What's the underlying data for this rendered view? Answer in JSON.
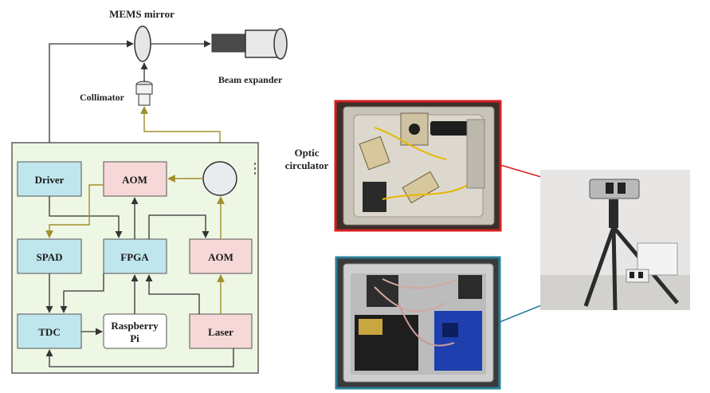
{
  "diagram": {
    "labels": {
      "mems_mirror": "MEMS mirror",
      "beam_expander": "Beam expander",
      "collimator": "Collimator",
      "optic_circulator_line1": "Optic",
      "optic_circulator_line2": "circulator"
    },
    "blocks": {
      "driver": "Driver",
      "aom_top": "AOM",
      "spad": "SPAD",
      "fpga": "FPGA",
      "aom_right": "AOM",
      "tdc": "TDC",
      "raspberry_line1": "Raspberry",
      "raspberry_line2": "Pi",
      "laser": "Laser"
    },
    "colors": {
      "board_bg": "#eef7e4",
      "board_border": "#444444",
      "cyan_block": "#bfe6ec",
      "pink_block": "#f6d8d8",
      "white_block": "#ffffff",
      "arrow_black": "#333333",
      "arrow_gold": "#a08f2a",
      "callout_red": "#d81e1e",
      "callout_blue": "#2a7f9a"
    }
  },
  "photos": {
    "optical_module": "optical-module-photo",
    "electronics_module": "electronics-module-photo",
    "lidar_tripod": "lidar-on-tripod-photo"
  }
}
